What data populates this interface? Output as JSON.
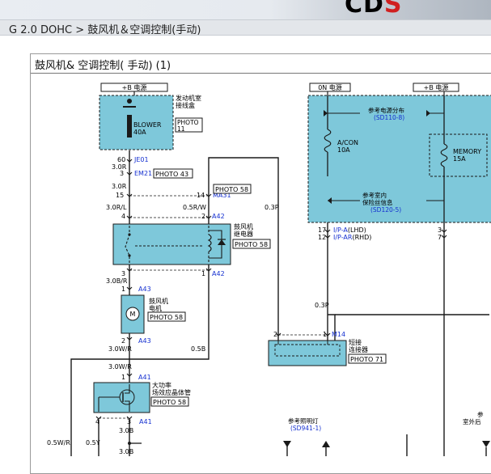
{
  "header": {
    "logo_part1": "CD",
    "logo_part2": "S",
    "breadcrumb": "G 2.0 DOHC > 鼓风机＆空调控制(手动)"
  },
  "page": {
    "title": "鼓风机&  空调控制( 手动) (1)"
  },
  "colors": {
    "box_fill": "#7ec8da",
    "box_border": "#1a1a1a",
    "wire": "#1a1a1a",
    "blue_text": "#1530d0",
    "dashed": "#222"
  },
  "diagram": {
    "fuse_box_left": {
      "supply_label": "+B 电源",
      "location": "发动机室\n接线盒",
      "fuse_name": "BLOWER",
      "fuse_rating": "40A",
      "photo": "PHOTO\n11"
    },
    "fuse_box_right": {
      "on_supply": "0N 电源",
      "b_supply": "+B 电源",
      "ref_power_dist": "参考电源分布",
      "ref_power_dist_code": "(SD110-8)",
      "acon_name": "A/CON",
      "acon_rating": "10A",
      "memory_name": "MEMORY",
      "memory_rating": "15A",
      "ref_fuse_info": "参考室内\n保险丝信息",
      "ref_fuse_info_code": "(SD120-5)"
    },
    "connectors": {
      "je01": {
        "pin": "60",
        "name": "JE01"
      },
      "em21": {
        "pin": "3",
        "name": "EM21",
        "photo": "PHOTO 43"
      },
      "ma31": {
        "pin_left": "15",
        "pin_right": "14",
        "name": "MA31",
        "photo": "PHOTO 58"
      },
      "a42_top": {
        "pin_left": "4",
        "pin_right": "2",
        "name": "A42"
      },
      "a42_bottom": {
        "pin_left": "3",
        "pin_right": "1",
        "name": "A42"
      },
      "a43_top": {
        "pin": "1",
        "name": "A43"
      },
      "a43_bottom": {
        "pin": "2",
        "name": "A43"
      },
      "a41_top": {
        "pin": "1",
        "name": "A41"
      },
      "a41_bottom": {
        "pin_left": "4",
        "pin_right": "3",
        "name": "A41"
      },
      "m14": {
        "pin_left": "2",
        "pin_right": "1",
        "name": "M14",
        "photo": "PHOTO 71"
      },
      "ip_a": {
        "pin_top": "17",
        "pin_bottom": "12",
        "name_top": "I/P-A",
        "name_top_suffix": "(LHD)",
        "name_bottom": "I/P-AR",
        "name_bottom_suffix": "(RHD)"
      },
      "right_col": {
        "pin_top": "3",
        "pin_bottom": "7"
      }
    },
    "wires": {
      "w1": "3.0R",
      "w2": "3.0R",
      "w3": "3.0R/L",
      "w4": "0.5R/W",
      "w5": "0.3P",
      "w6": "3.0B/R",
      "w7": "3.0W/R",
      "w8": "0.5B",
      "w9": "3.0W/R",
      "w10": "3.0B",
      "w11": "0.5W/R",
      "w12": "0.5Y",
      "w13": "3.0B",
      "w14": "0.3P"
    },
    "components": {
      "relay": {
        "name": "鼓风机\n继电器",
        "photo": "PHOTO 58"
      },
      "motor": {
        "symbol": "M",
        "name": "鼓风机\n电机",
        "photo": "PHOTO 58"
      },
      "transistor": {
        "name": "大功率\n场效应晶体管",
        "photo": "PHOTO 58"
      },
      "joint_connector": {
        "name": "短接\n连接器"
      }
    },
    "refs": {
      "illumination": "参考照明灯",
      "illumination_code": "(SD941-1)",
      "outside_edge": "参\n室外后"
    }
  }
}
